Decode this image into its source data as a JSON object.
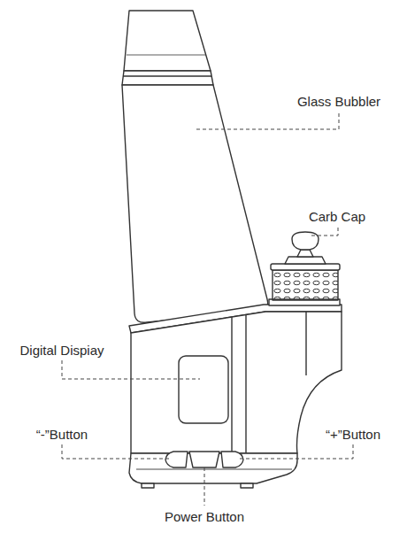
{
  "diagram": {
    "labels": [
      "Glass Bubbler",
      "Carb Cap",
      "Digital Dispiay",
      "“-”Button",
      "“+”Button",
      "Power Button"
    ]
  }
}
